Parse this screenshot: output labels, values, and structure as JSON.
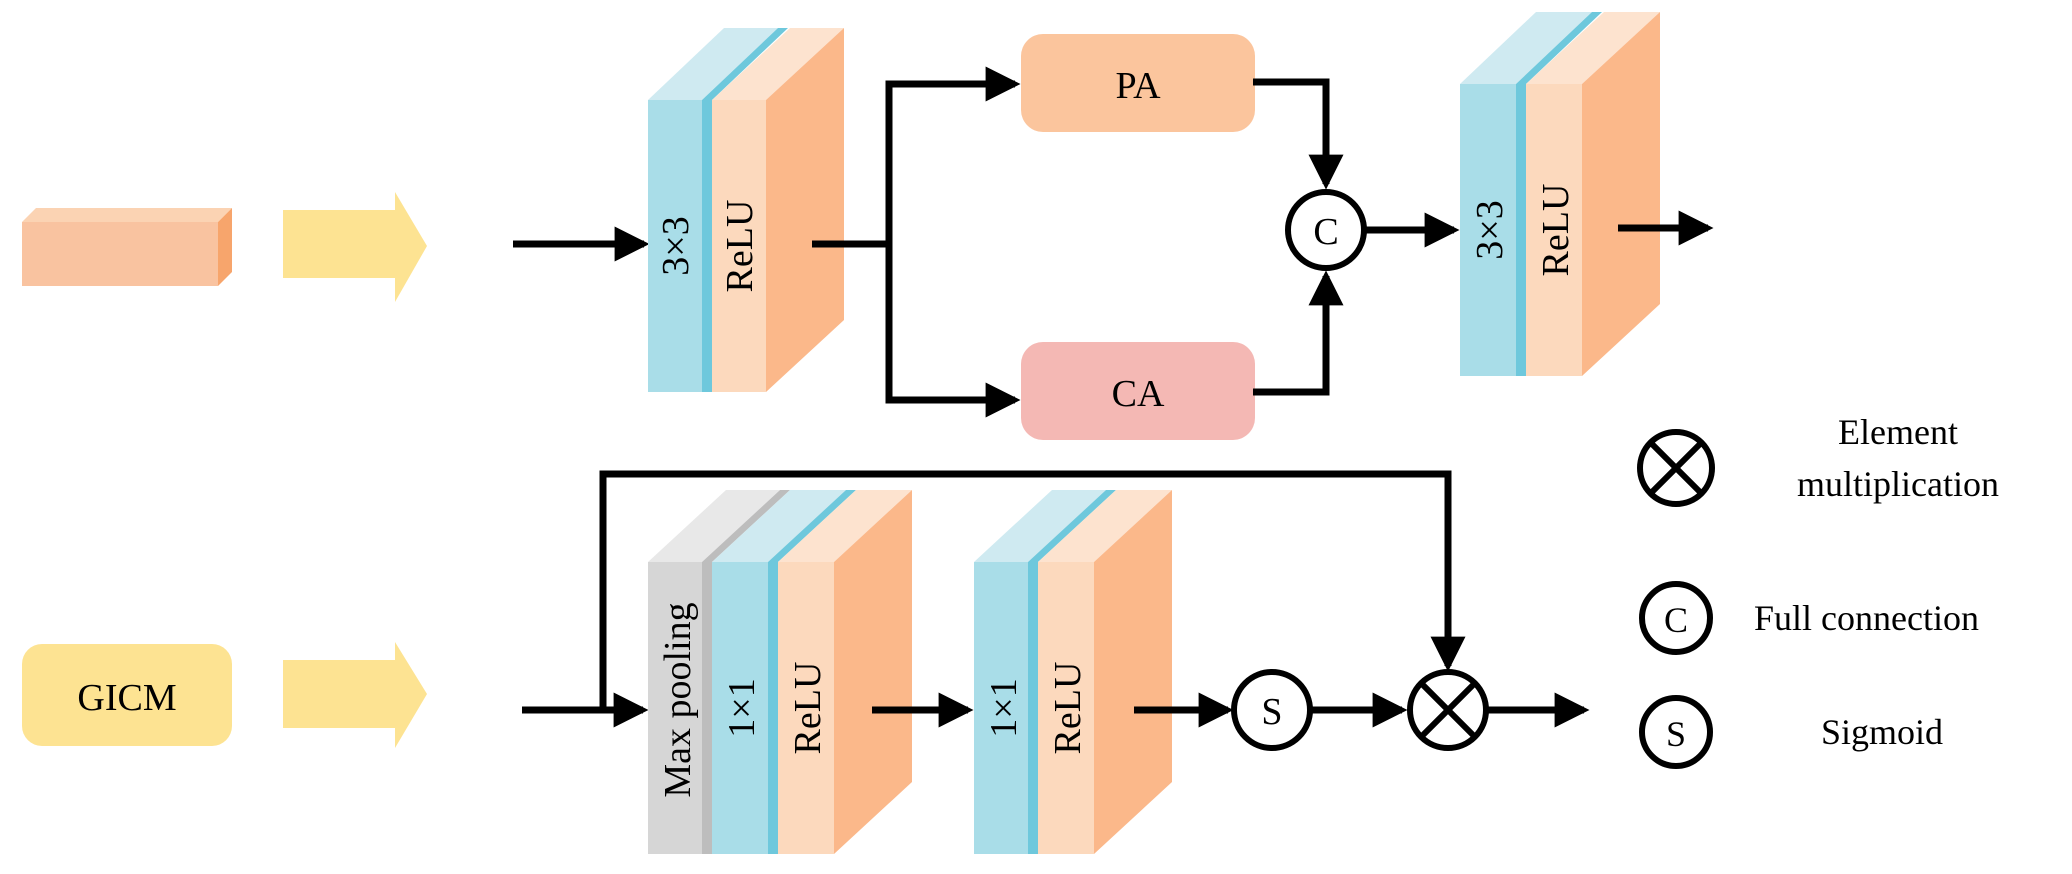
{
  "colors": {
    "peach": "#f9c3a0",
    "peach_dark": "#f7a56c",
    "yellow": "#fde392",
    "conv_blue": "#a9dde8",
    "conv_blue_side": "#6ec8dc",
    "relu_front": "#fcd9bd",
    "relu_side": "#fbb88a",
    "pool_gray": "#d6d6d6",
    "pa_fill": "#fbc59d",
    "ca_fill": "#f4b8b4"
  },
  "top": {
    "conv1": {
      "kernel": "3×3",
      "activation": "ReLU"
    },
    "pa_label": "PA",
    "ca_label": "CA",
    "concat_symbol": "C",
    "conv2": {
      "kernel": "3×3",
      "activation": "ReLU"
    }
  },
  "bottom": {
    "gicm_label": "GICM",
    "pool_label": "Max pooling",
    "conv1": {
      "kernel": "1×1",
      "activation": "ReLU"
    },
    "conv2": {
      "kernel": "1×1",
      "activation": "ReLU"
    },
    "sigmoid_symbol": "S"
  },
  "legend": {
    "mult_line1": "Element",
    "mult_line2": "multiplication",
    "fc_symbol": "C",
    "fc_label": "Full connection",
    "sig_symbol": "S",
    "sig_label": "Sigmoid"
  }
}
